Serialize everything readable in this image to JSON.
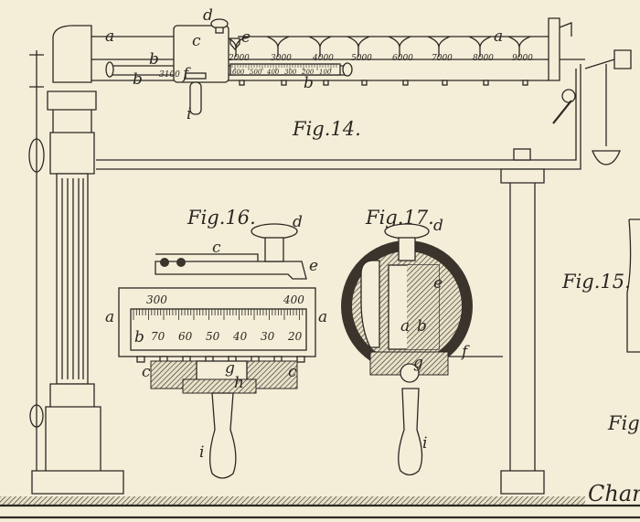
{
  "figures": {
    "fig14": {
      "title": "Fig.14.",
      "labels": {
        "a_left": "a",
        "a_right": "a",
        "b_left": "b",
        "b_mid": "b",
        "b_small": "b",
        "c": "c",
        "d": "d",
        "e": "e",
        "f": "f",
        "i": "i"
      },
      "beam_scale": [
        "2000",
        "3000",
        "4000",
        "5000",
        "6000",
        "7000",
        "8000",
        "9000"
      ],
      "slider_scale": [
        "600",
        "500",
        "400",
        "300",
        "200",
        "100"
      ],
      "left_small": "3100"
    },
    "fig15": {
      "title": "Fig.15."
    },
    "fig16": {
      "title": "Fig.16.",
      "labels": {
        "a_left": "a",
        "a_right": "a",
        "b": "b",
        "c_top": "c",
        "c_left": "c",
        "c_right": "c",
        "d": "d",
        "e": "e",
        "g": "g",
        "h": "h",
        "i": "i"
      },
      "beam_marks": [
        "300",
        "400"
      ],
      "vernier_scale": [
        "70",
        "60",
        "50",
        "40",
        "30",
        "20"
      ]
    },
    "fig17": {
      "title": "Fig.17.",
      "labels": {
        "d": "d",
        "e": "e",
        "a": "a",
        "b": "b",
        "f": "f",
        "g": "g",
        "i": "i"
      }
    },
    "fig_partial": {
      "title": "Fig"
    },
    "caption_partial": "Cham",
    "colors": {
      "paper": "#f4eed9",
      "ink": "#2b2722"
    }
  }
}
